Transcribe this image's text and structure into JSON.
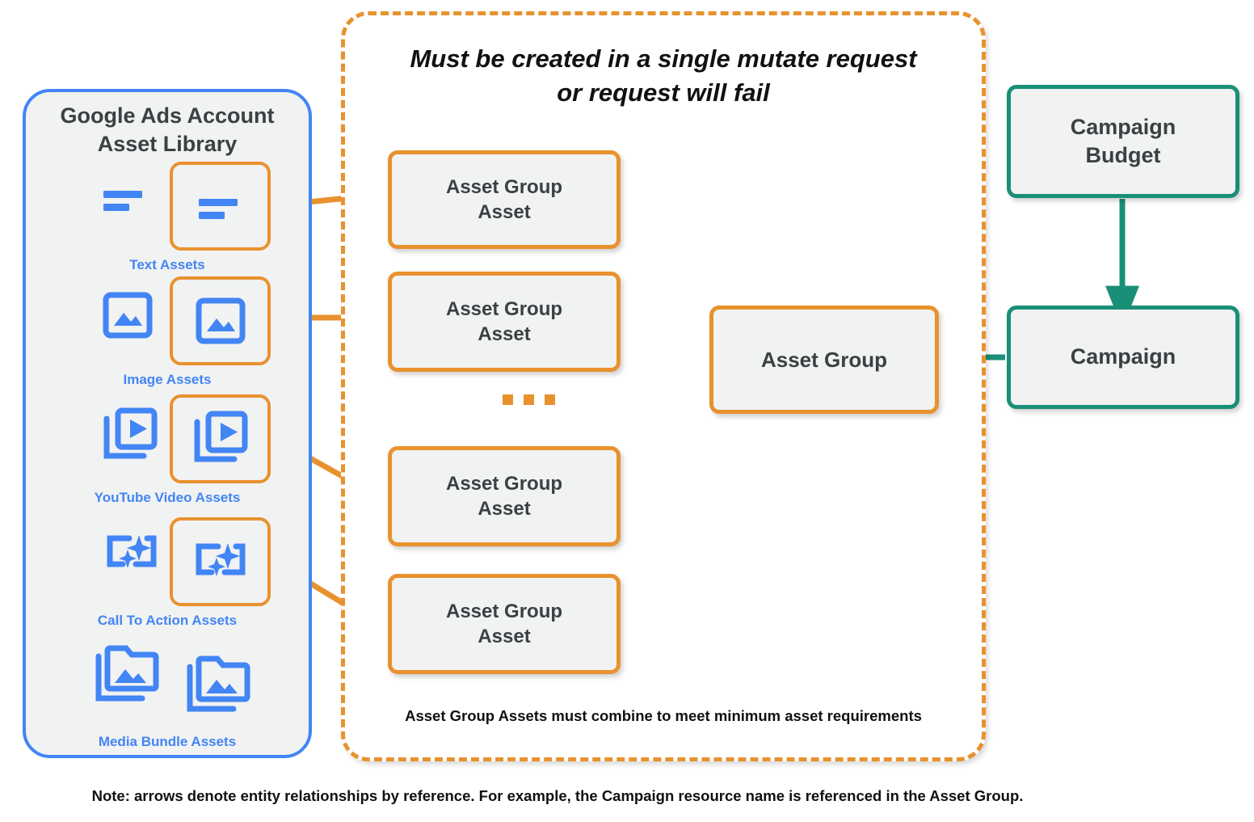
{
  "diagram": {
    "title_note": "Note: arrows denote entity relationships by reference. For example, the Campaign resource name is referenced in the Asset Group.",
    "colors": {
      "blue": "#4285f4",
      "orange": "#e8922e",
      "teal": "#1a8f78",
      "box_fill": "#f1f2f2",
      "text": "#3c4043"
    }
  },
  "library": {
    "title_line1": "Google Ads Account",
    "title_line2": "Asset Library",
    "items": [
      {
        "label": "Text Assets",
        "icon": "text-asset-icon"
      },
      {
        "label": "Image Assets",
        "icon": "image-asset-icon"
      },
      {
        "label": "YouTube Video  Assets",
        "icon": "video-asset-icon"
      },
      {
        "label": "Call To Action Assets",
        "icon": "call-to-action-asset-icon"
      },
      {
        "label": "Media Bundle  Assets",
        "icon": "media-bundle-asset-icon"
      }
    ]
  },
  "mutate_panel": {
    "title_line1": "Must be created in a single mutate request",
    "title_line2": "or request will fail",
    "footnote": "Asset Group Assets must combine to meet minimum asset requirements",
    "ellipsis": "...",
    "asset_group_assets": [
      {
        "line1": "Asset Group",
        "line2": "Asset"
      },
      {
        "line1": "Asset Group",
        "line2": "Asset"
      },
      {
        "line1": "Asset Group",
        "line2": "Asset"
      },
      {
        "line1": "Asset Group",
        "line2": "Asset"
      }
    ]
  },
  "entities": {
    "asset_group": "Asset Group",
    "campaign_budget_line1": "Campaign",
    "campaign_budget_line2": "Budget",
    "campaign": "Campaign"
  }
}
